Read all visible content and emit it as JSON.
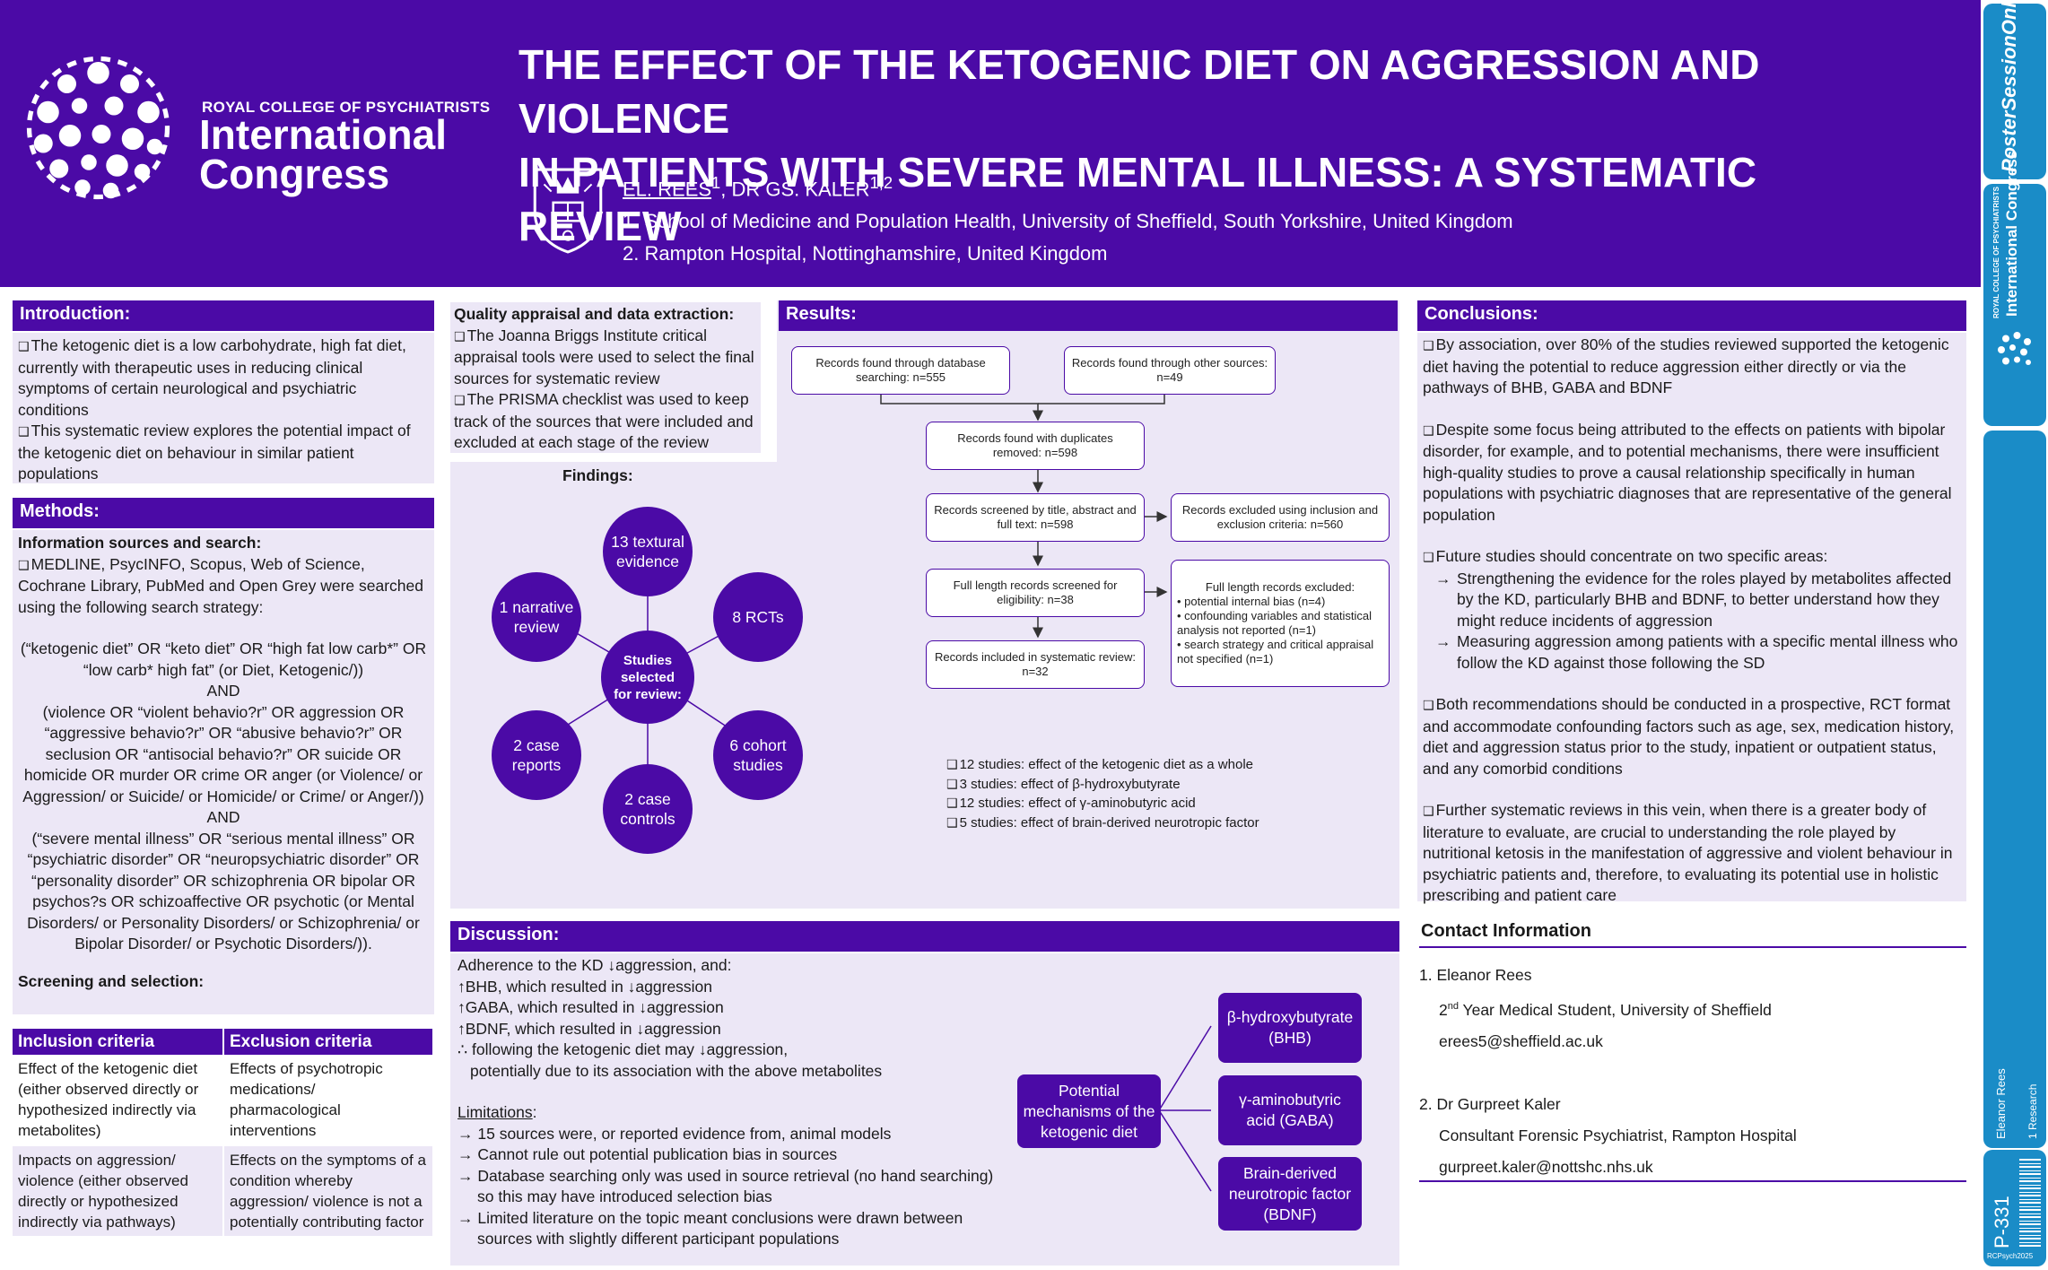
{
  "header": {
    "title_line1": "THE EFFECT OF THE KETOGENIC DIET ON AGGRESSION AND VIOLENCE",
    "title_line2": "IN PATIENTS WITH SEVERE MENTAL ILLNESS: A SYSTEMATIC REVIEW",
    "college_small": "ROYAL COLLEGE OF PSYCHIATRISTS",
    "college_line1": "International",
    "college_line2": "Congress",
    "author1": "EL. REES",
    "author1_sup": "1",
    "author_sep": ", DR GS. KALER",
    "author2_sup": "1,2",
    "affil1": "1. School of Medicine and Population Health, University of Sheffield, South Yorkshire, United Kingdom",
    "affil2": "2. Rampton Hospital, Nottinghamshire, United Kingdom",
    "crest_icon": "university-crest-icon"
  },
  "sidebar": {
    "pso_label": "PosterSessionOnline",
    "ic_small": "ROYAL COLLEGE OF PSYCHIATRISTS",
    "ic_label": "International Congress",
    "category": "1 Research",
    "author": "Eleanor Rees",
    "poster_id": "P-331",
    "code": "RCPsych2025"
  },
  "introduction": {
    "heading": "Introduction:",
    "bullets": [
      "The ketogenic diet is a low carbohydrate, high fat diet, currently with therapeutic uses in reducing clinical symptoms of certain neurological and psychiatric conditions",
      "This systematic review explores the potential impact of the ketogenic diet on behaviour in similar patient populations"
    ]
  },
  "methods": {
    "heading": "Methods:",
    "sources_heading": "Information sources and search:",
    "sources_bullet": "MEDLINE, PsycINFO, Scopus, Web of Science, Cochrane Library, PubMed and Open Grey were searched using the following search strategy:",
    "search_1": "(“ketogenic diet” OR “keto diet” OR “high fat low carb*” OR “low carb* high fat” (or Diet, Ketogenic/))",
    "and_1": "AND",
    "search_2": "(violence OR “violent behavio?r” OR aggression OR “aggressive behavio?r” OR “abusive behavio?r” OR seclusion OR “antisocial behavio?r” OR suicide OR homicide OR murder OR crime OR anger (or Violence/ or Aggression/ or Suicide/ or Homicide/ or Crime/ or Anger/))",
    "and_2": "AND",
    "search_3": "(“severe mental illness” OR “serious mental illness” OR “psychiatric disorder” OR “neuropsychiatric disorder” OR “personality disorder” OR schizophrenia OR bipolar OR psychos?s OR schizoaffective OR psychotic (or Mental Disorders/ or Personality Disorders/ or Schizophrenia/ or Bipolar Disorder/ or Psychotic Disorders/)).",
    "screening_heading": "Screening and selection:",
    "table_headers": [
      "Inclusion criteria",
      "Exclusion criteria"
    ],
    "table_rows": [
      [
        "Effect of the ketogenic diet (either observed directly or hypothesized indirectly via metabolites)",
        "Effects of psychotropic medications/ pharmacological interventions"
      ],
      [
        "Impacts on aggression/ violence (either observed directly or hypothesized indirectly via pathways)",
        "Effects on the symptoms of a condition whereby aggression/ violence is not a potentially contributing factor"
      ]
    ]
  },
  "quality": {
    "heading": "Quality appraisal and data extraction:",
    "bullets": [
      "The Joanna Briggs Institute critical appraisal tools were used to select the final sources for systematic review",
      "The PRISMA checklist was used to keep track of the sources that were included and excluded at each stage of the review"
    ]
  },
  "findings": {
    "heading": "Findings:",
    "center": "Studies selected for review:",
    "circles": [
      "13 textural evidence",
      "8 RCTs",
      "6 cohort studies",
      "2 case controls",
      "2 case reports",
      "1 narrative review"
    ]
  },
  "results": {
    "heading": "Results:",
    "prisma": {
      "db": "Records found through database searching: n=555",
      "other": "Records found through other sources: n=49",
      "dup": "Records found with duplicates removed: n=598",
      "screened": "Records screened by title, abstract and full text: n=598",
      "excluded1": "Records excluded using inclusion and exclusion criteria: n=560",
      "fulllength": "Full length records screened for eligibility: n=38",
      "excluded2_title": "Full length records excluded:",
      "excluded2_items": [
        "• potential internal bias (n=4)",
        "• confounding variables and statistical analysis not reported (n=1)",
        "• search strategy and critical appraisal not specified (n=1)"
      ],
      "included": "Records included in systematic review: n=32"
    },
    "studies": [
      "12 studies: effect of the ketogenic diet as a whole",
      "3 studies: effect of β-hydroxybutyrate",
      "12 studies: effect of γ-aminobutyric acid",
      "5 studies: effect of brain-derived neurotropic factor"
    ]
  },
  "discussion": {
    "heading": "Discussion:",
    "lines": [
      "Adherence to the KD ↓aggression, and:",
      "↑BHB, which resulted in ↓aggression",
      "↑GABA, which resulted in ↓aggression",
      "↑BDNF, which resulted in ↓aggression",
      "∴ following the ketogenic diet may ↓aggression,",
      "potentially due to its association with the above metabolites"
    ],
    "limitations_heading": "Limitations",
    "limitations_colon": ":",
    "limitations": [
      "→ 15 sources were, or reported evidence from, animal models",
      "→ Cannot rule out potential publication bias in sources",
      "→ Database searching only was used in source retrieval (no hand searching)",
      "so this may have introduced selection bias",
      "→ Limited literature on the topic meant conclusions were drawn between",
      "sources with slightly different participant populations"
    ],
    "mech_center": "Potential mechanisms of the ketogenic diet",
    "mech_1": "β-hydroxybutyrate (BHB)",
    "mech_2": "γ-aminobutyric acid (GABA)",
    "mech_3": "Brain-derived neurotropic factor (BDNF)"
  },
  "conclusions": {
    "heading": "Conclusions:",
    "p1": "By association, over 80% of the studies reviewed supported the ketogenic diet having the potential to reduce aggression either directly or via the pathways of BHB, GABA and BDNF",
    "p2": "Despite some focus being attributed to the effects on patients with bipolar disorder, for example, and to potential mechanisms, there were insufficient high-quality studies to prove a causal relationship specifically in human populations with psychiatric diagnoses that are representative of the general population",
    "p3": "Future studies should concentrate on two specific areas:",
    "p3a": "Strengthening the evidence for the roles played by metabolites affected by the KD, particularly BHB and BDNF, to better understand how they might reduce incidents of aggression",
    "p3b": "Measuring aggression among patients with a specific mental illness who follow the KD against those following the SD",
    "p4": "Both recommendations should be conducted in a prospective, RCT format and accommodate confounding factors such as age, sex, medication history, diet and aggression status prior to the study, inpatient or outpatient status, and any comorbid conditions",
    "p5": "Further systematic reviews in this vein, when there is a greater body of literature to evaluate, are crucial to understanding the role played by nutritional ketosis in the manifestation of aggressive and violent behaviour in psychiatric patients and, therefore, to evaluating its potential use in holistic prescribing and patient care"
  },
  "contact": {
    "heading": "Contact Information",
    "c1_name": "1. Eleanor Rees",
    "c1_role_pre": "2",
    "c1_role_sup": "nd",
    "c1_role_post": " Year Medical Student, University of Sheffield",
    "c1_email": "erees5@sheffield.ac.uk",
    "c2_name": "2. Dr Gurpreet Kaler",
    "c2_role": "Consultant Forensic Psychiatrist, Rampton Hospital",
    "c2_email": "gurpreet.kaler@nottshc.nhs.uk"
  }
}
